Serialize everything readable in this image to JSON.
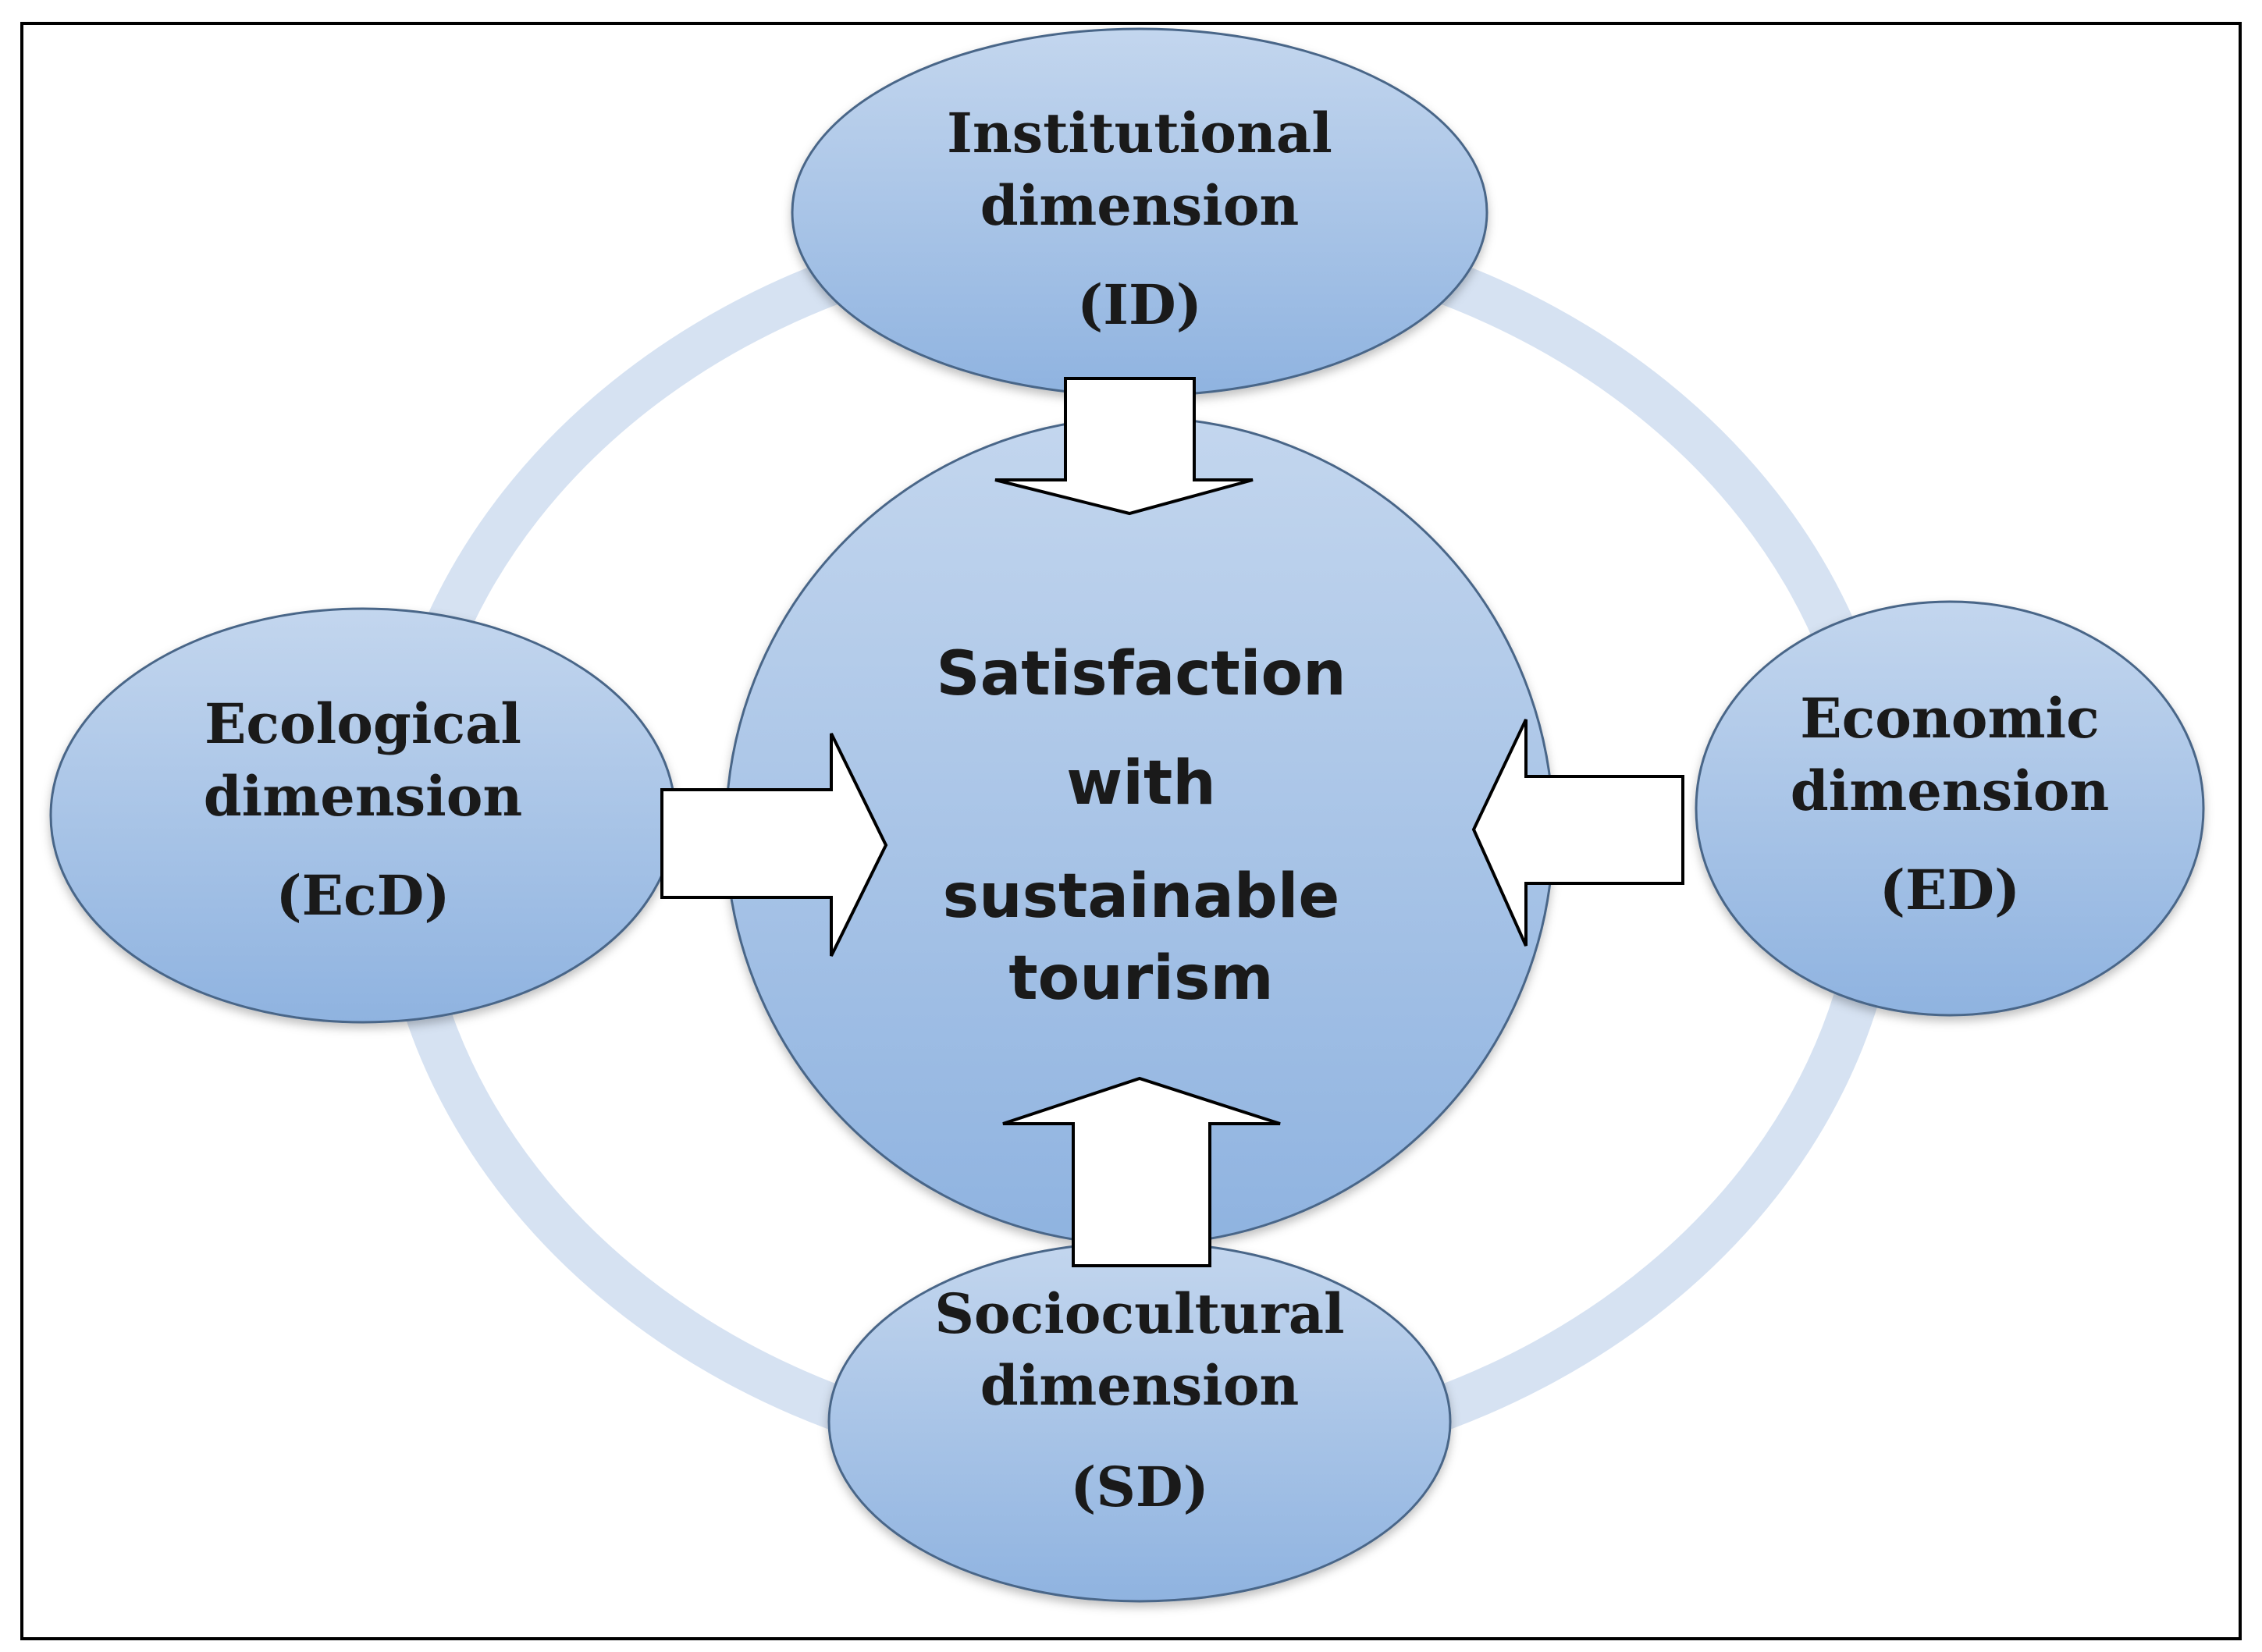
{
  "center": {
    "lines": [
      "Satisfaction",
      "with",
      "sustainable",
      "tourism"
    ]
  },
  "nodes": {
    "institutional": {
      "line1": "Institutional",
      "line2": "dimension",
      "abbr": "(ID)"
    },
    "ecological": {
      "line1": "Ecological",
      "line2": "dimension",
      "abbr": "(EcD)"
    },
    "economic": {
      "line1": "Economic",
      "line2": "dimension",
      "abbr": "(ED)"
    },
    "sociocultural": {
      "line1": "Sociocultural",
      "line2": "dimension",
      "abbr": "(SD)"
    }
  },
  "colors": {
    "fill_top": "#c3d6ee",
    "fill_bottom": "#8fb3e0",
    "ring": "#d6e2f2",
    "stroke": "#4a6688",
    "arrow_fill": "#ffffff",
    "arrow_stroke": "#000000",
    "frame": "#000000"
  }
}
